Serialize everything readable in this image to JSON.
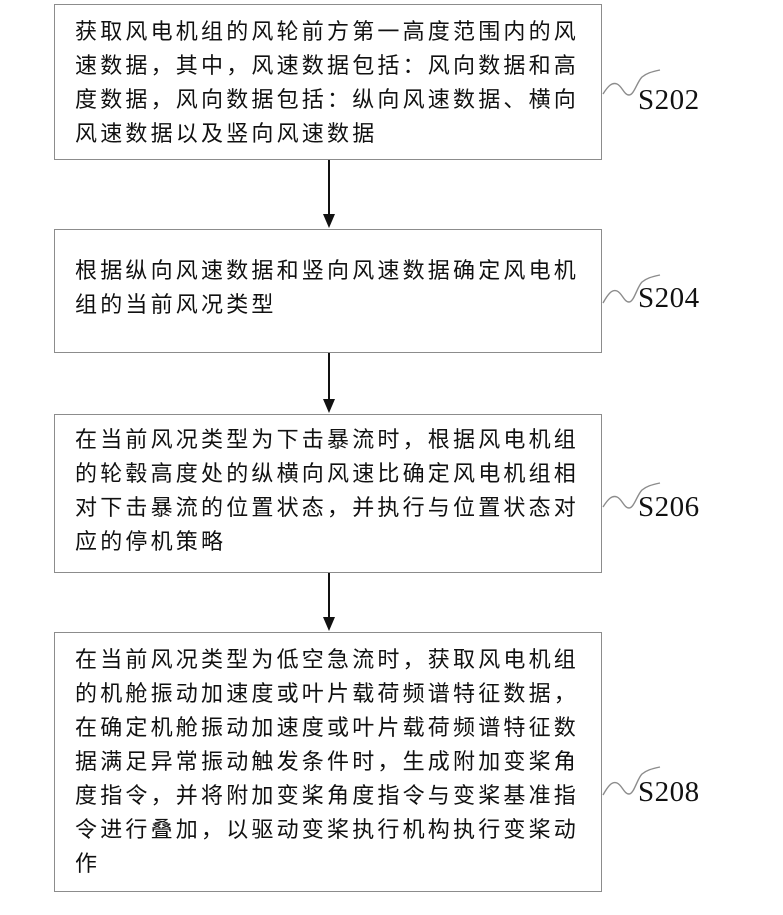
{
  "steps": [
    {
      "label": "S202",
      "text": "获取风电机组的风轮前方第一高度范围内的风速数据，其中，风速数据包括：风向数据和高度数据，风向数据包括：纵向风速数据、横向风速数据以及竖向风速数据"
    },
    {
      "label": "S204",
      "text": "根据纵向风速数据和竖向风速数据确定风电机组的当前风况类型"
    },
    {
      "label": "S206",
      "text": "在当前风况类型为下击暴流时，根据风电机组的轮毂高度处的纵横向风速比确定风电机组相对下击暴流的位置状态，并执行与位置状态对应的停机策略"
    },
    {
      "label": "S208",
      "text": "在当前风况类型为低空急流时，获取风电机组的机舱振动加速度或叶片载荷频谱特征数据，在确定机舱振动加速度或叶片载荷频谱特征数据满足异常振动触发条件时，生成附加变桨角度指令，并将附加变桨角度指令与变桨基准指令进行叠加，以驱动变桨执行机构执行变桨动作"
    }
  ],
  "colors": {
    "border": "#8c8c8c",
    "arrow": "#111111",
    "text": "#111111"
  }
}
